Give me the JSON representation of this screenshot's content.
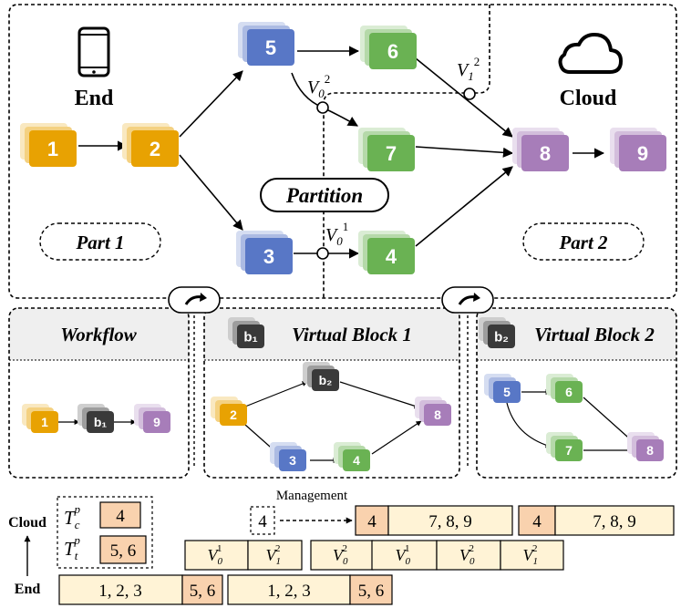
{
  "top": {
    "end_label": "End",
    "cloud_label": "Cloud",
    "partition_label": "Partition",
    "part1_label": "Part 1",
    "part2_label": "Part 2",
    "cut_points": {
      "v02": {
        "base": "V",
        "sub": "0",
        "sup": "2"
      },
      "v12": {
        "base": "V",
        "sub": "1",
        "sup": "2"
      },
      "v01": {
        "base": "V",
        "sub": "0",
        "sup": "1"
      }
    },
    "nodes": [
      {
        "id": "n1",
        "label": "1",
        "color": "#E8A202"
      },
      {
        "id": "n2",
        "label": "2",
        "color": "#E8A202"
      },
      {
        "id": "n3",
        "label": "3",
        "color": "#5877C6"
      },
      {
        "id": "n4",
        "label": "4",
        "color": "#6AB253"
      },
      {
        "id": "n5",
        "label": "5",
        "color": "#5877C6"
      },
      {
        "id": "n6",
        "label": "6",
        "color": "#6AB253"
      },
      {
        "id": "n7",
        "label": "7",
        "color": "#6AB253"
      },
      {
        "id": "n8",
        "label": "8",
        "color": "#A77DB9"
      },
      {
        "id": "n9",
        "label": "9",
        "color": "#A77DB9"
      }
    ]
  },
  "middle": {
    "workflow_title": "Workflow",
    "vb1_title": "Virtual Block 1",
    "vb2_title": "Virtual Block 2",
    "b1_badge": "b₁",
    "b2_badge": "b₂",
    "workflow_nodes": [
      "1",
      "b₁",
      "9"
    ],
    "vb1_nodes": [
      "2",
      "b₂",
      "3",
      "4",
      "8"
    ],
    "vb2_nodes": [
      "5",
      "6",
      "7",
      "8"
    ]
  },
  "bottom": {
    "cloud_label": "Cloud",
    "end_label": "End",
    "management_label": "Management",
    "management_value": "4",
    "legend": {
      "tc": {
        "base": "T",
        "sub": "c",
        "sup": "p",
        "value": "4"
      },
      "tt": {
        "base": "T",
        "sub": "t",
        "sup": "p",
        "value": "5, 6"
      }
    },
    "cloud_rows": [
      {
        "first": "4",
        "rest": "7, 8, 9"
      },
      {
        "first": "4",
        "rest": "7, 8, 9"
      }
    ],
    "transfer_groups": [
      [
        {
          "base": "V",
          "sub": "0",
          "sup": "1"
        },
        {
          "base": "V",
          "sub": "0",
          "sup": "2"
        },
        {
          "base": "V",
          "sub": "1",
          "sup": "2"
        }
      ],
      [
        {
          "base": "V",
          "sub": "0",
          "sup": "1"
        },
        {
          "base": "V",
          "sub": "0",
          "sup": "2"
        },
        {
          "base": "V",
          "sub": "1",
          "sup": "2"
        }
      ]
    ],
    "end_rows": [
      {
        "main": "1, 2, 3",
        "tail": "5, 6"
      },
      {
        "main": "1, 2, 3",
        "tail": "5, 6"
      }
    ]
  },
  "colors": {
    "orange": "#E8A202",
    "blue": "#5877C6",
    "green": "#6AB253",
    "purple": "#A77DB9",
    "dark": "#3A3A3A",
    "cell_light": "#FFF3D6",
    "cell_peach": "#F9D2AE",
    "panel_header": "#EFEFEF"
  }
}
